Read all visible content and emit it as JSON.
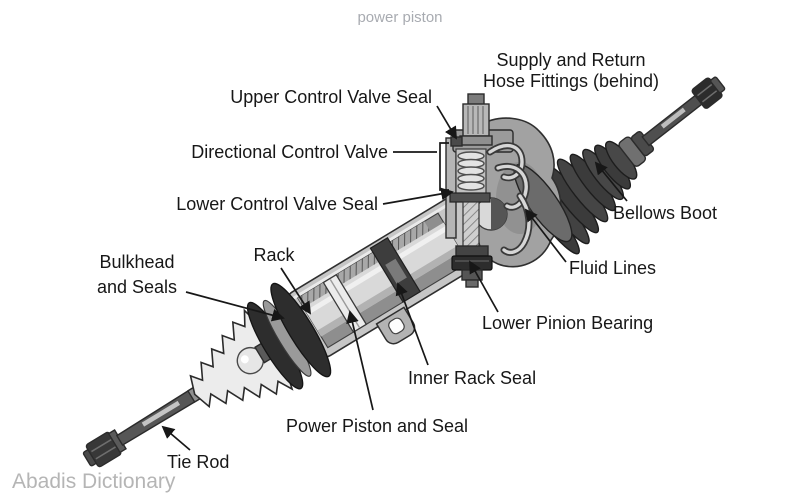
{
  "page": {
    "background": "#ffffff"
  },
  "header": {
    "title": "power piston",
    "title_color": "#a8abb1"
  },
  "watermark": {
    "text": "Abadis Dictionary",
    "color": "#b5b5b5"
  },
  "diagram": {
    "ink_color": "#171717",
    "metal_light": "#d9d9d9",
    "metal_mid": "#a5a5a5",
    "metal_dark": "#3b3b3b",
    "labels": {
      "supply_return_line1": "Supply and Return",
      "supply_return_line2": "Hose Fittings (behind)",
      "upper_control_valve_seal": "Upper Control Valve Seal",
      "directional_control_valve": "Directional Control Valve",
      "lower_control_valve_seal": "Lower Control Valve Seal",
      "bellows_boot": "Bellows Boot",
      "bulkhead_line1": "Bulkhead",
      "bulkhead_line2": "and Seals",
      "rack": "Rack",
      "fluid_lines": "Fluid Lines",
      "lower_pinion_bearing": "Lower Pinion Bearing",
      "inner_rack_seal": "Inner Rack Seal",
      "power_piston_and_seal": "Power Piston and Seal",
      "tie_rod": "Tie Rod"
    }
  }
}
